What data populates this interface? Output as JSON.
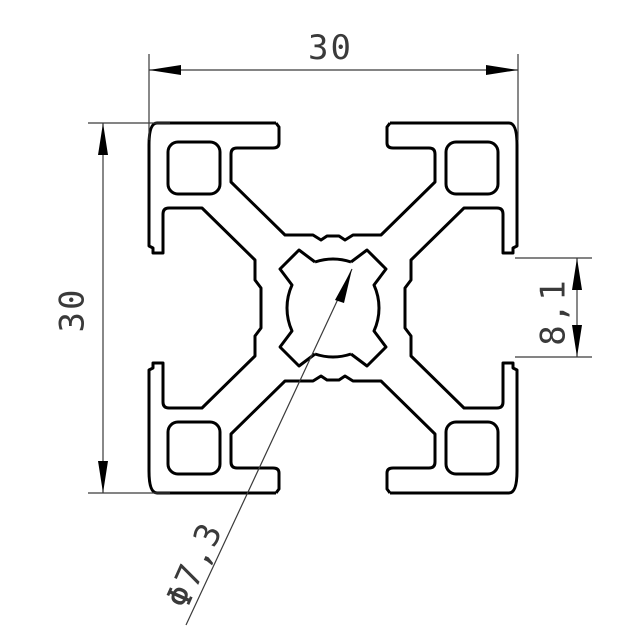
{
  "drawing": {
    "title": "30x30 aluminium extrusion profile cross-section",
    "line_color": "#000000",
    "dimension_color": "#3a3a3a",
    "background": "#ffffff"
  },
  "dimensions": {
    "width": {
      "value": "30",
      "orientation": "horizontal",
      "position": "top"
    },
    "height": {
      "value": "30",
      "orientation": "vertical",
      "position": "left"
    },
    "slot": {
      "value": "8,1",
      "orientation": "vertical",
      "position": "right"
    },
    "center_bore": {
      "value": "Φ7,3",
      "orientation": "diagonal",
      "position": "bottom-left"
    }
  }
}
